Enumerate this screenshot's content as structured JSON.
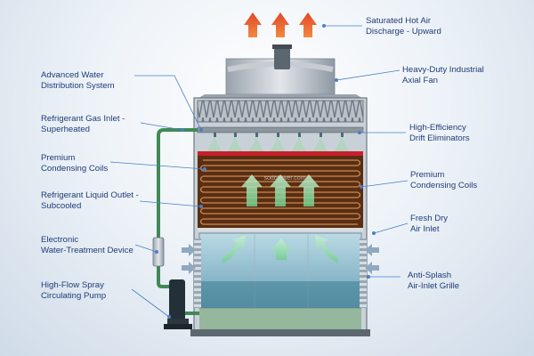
{
  "labels": {
    "discharge": [
      "Saturated Hot Air",
      "Discharge - Upward"
    ],
    "fan": [
      "Heavy-Duty Industrial",
      "Axial Fan"
    ],
    "drift": [
      "High-Efficiency",
      "Drift Eliminators"
    ],
    "coils_right": [
      "Premium",
      "Condensing Coils"
    ],
    "fresh_air": [
      "Fresh Dry",
      "Air Inlet"
    ],
    "grille": [
      "Anti-Splash",
      "Air-Inlet Grille"
    ],
    "water_dist": [
      "Advanced Water",
      "Distribution System"
    ],
    "gas_inlet": [
      "Refrigerant Gas Inlet -",
      "Superheated"
    ],
    "coils_left": [
      "Premium",
      "Condensing Coils"
    ],
    "liquid_outlet": [
      "Refrigerant Liquid Outlet -",
      "Subcooled"
    ],
    "water_treat": [
      "Electronic",
      "Water-Treatment Device"
    ],
    "pump": [
      "High-Flow Spray",
      "Circulating Pump"
    ]
  },
  "watermark": "sodotower.com",
  "colors": {
    "label_text": "#1f3c78",
    "leader_line": "#4a7fc8",
    "hot_arrow": "#e2462a",
    "air_arrow": "#8fd8a2",
    "coil_copper": "#8a4a1e",
    "header_red": "#c8202a",
    "pipe_green": "#3f8a55",
    "water": "#7fb4c9"
  }
}
